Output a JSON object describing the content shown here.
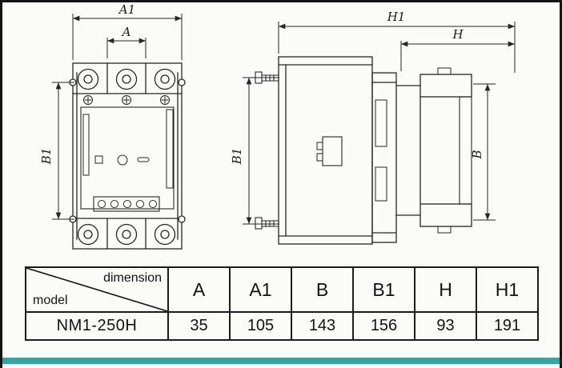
{
  "page": {
    "accent_color": "#2fa8a2",
    "line_color": "#262626"
  },
  "drawing": {
    "front_view": {
      "label_a1": "A1",
      "label_a": "A",
      "label_b1": "B1"
    },
    "side_view": {
      "label_h1": "H1",
      "label_h": "H",
      "label_b1": "B1",
      "label_b": "B"
    }
  },
  "table": {
    "corner": {
      "dimension": "dimension",
      "model": "model"
    },
    "columns": [
      "A",
      "A1",
      "B",
      "B1",
      "H",
      "H1"
    ],
    "rows": [
      {
        "model": "NM1-250H",
        "values": [
          "35",
          "105",
          "143",
          "156",
          "93",
          "191"
        ]
      }
    ]
  }
}
